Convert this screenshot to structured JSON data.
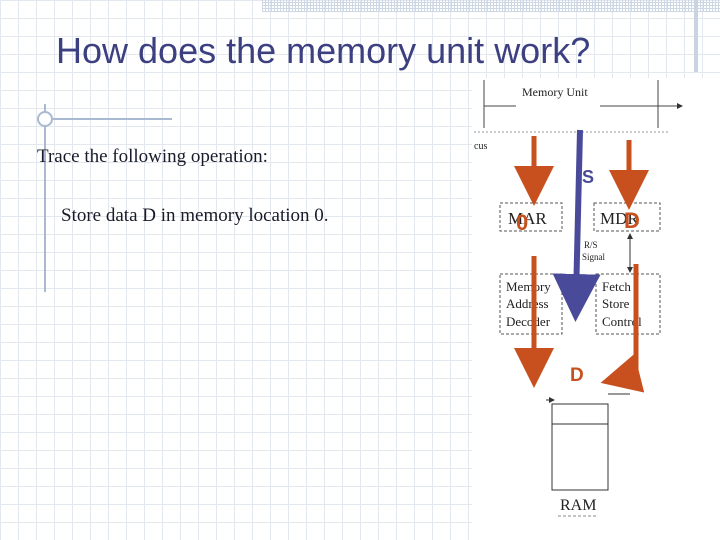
{
  "slide": {
    "title": "How does the memory unit work?",
    "line1": "Trace the following operation:",
    "line2": "Store data D in memory location 0."
  },
  "diagram": {
    "memory_unit_label": "Memory Unit",
    "bus_label": "cus",
    "mar_label": "MAR",
    "mdr_label": "MDR",
    "rw_signal_label": [
      "R/S",
      "Signal"
    ],
    "decoder_label": [
      "Memory",
      "Address",
      "Decoder"
    ],
    "control_label": [
      "Fetch",
      "Store",
      "Control"
    ],
    "ram_label": "RAM",
    "overlay_address": "0",
    "overlay_signal": "S",
    "overlay_data_top": "D",
    "overlay_data_bottom": "D"
  },
  "colors": {
    "title": "#3c4080",
    "arrow_red": "#c8501e",
    "arrow_blue": "#4a4a9a",
    "overlay_address": "#c8501e",
    "overlay_data": "#c8501e",
    "overlay_signal": "#4a4a9a"
  }
}
